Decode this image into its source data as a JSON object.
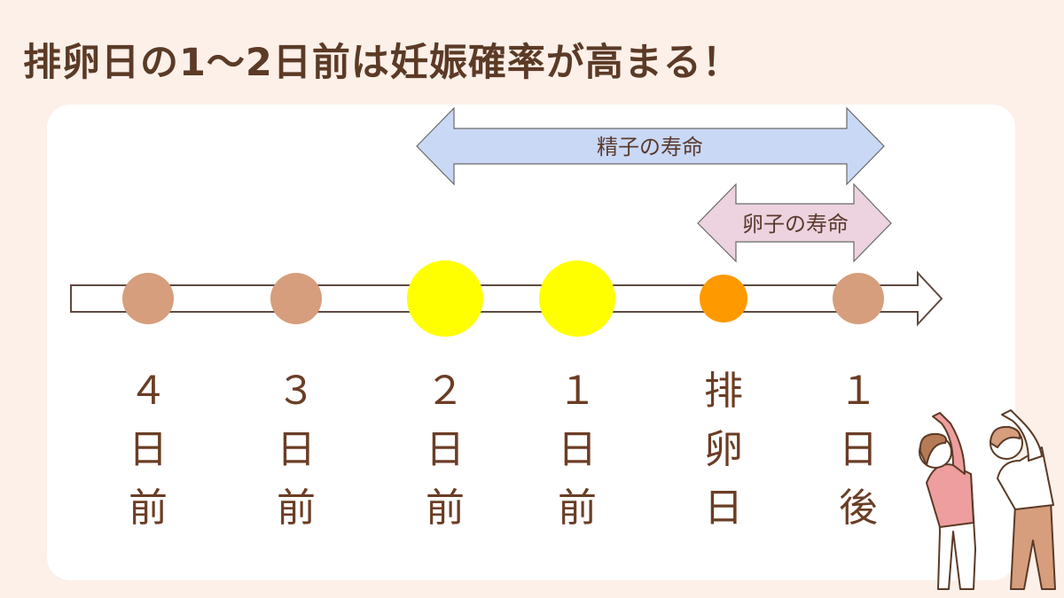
{
  "title": "排卵日の1〜2日前は妊娠確率が高まる！",
  "sperm_lifespan": {
    "label": "精子の寿命",
    "color": "#c9d8f5"
  },
  "egg_lifespan": {
    "label": "卵子の寿命",
    "color": "#ecd3df"
  },
  "days": [
    {
      "lines": [
        "４",
        "日",
        "前"
      ],
      "color": "#d69e7c",
      "emphasis": "normal"
    },
    {
      "lines": [
        "３",
        "日",
        "前"
      ],
      "color": "#d69e7c",
      "emphasis": "normal"
    },
    {
      "lines": [
        "２",
        "日",
        "前"
      ],
      "color": "#ffff00",
      "emphasis": "high"
    },
    {
      "lines": [
        "１",
        "日",
        "前"
      ],
      "color": "#ffff00",
      "emphasis": "high"
    },
    {
      "lines": [
        "排",
        "卵",
        "日"
      ],
      "color": "#ff9900",
      "emphasis": "ovulation"
    },
    {
      "lines": [
        "１",
        "日",
        "後"
      ],
      "color": "#d69e7c",
      "emphasis": "normal"
    }
  ],
  "colors": {
    "text": "#5b3a26",
    "background": "#fcf0e9"
  }
}
